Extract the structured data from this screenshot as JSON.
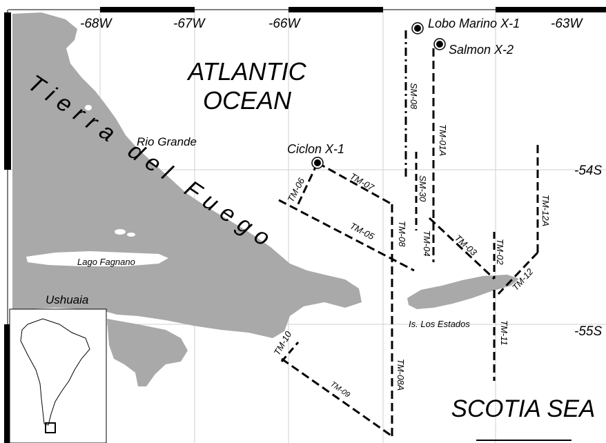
{
  "map": {
    "colors": {
      "land": "#a9a9a9",
      "water": "#ffffff",
      "line": "#000000",
      "grid": "#cfcfcf"
    },
    "longitude_labels": [
      "-68W",
      "-67W",
      "-66W",
      "-63W"
    ],
    "latitude_labels": [
      "-54S",
      "-55S"
    ],
    "ocean_labels": {
      "atlantic_line1": "ATLANTIC",
      "atlantic_line2": "OCEAN",
      "scotia": "SCOTIA SEA"
    },
    "region_label": "Tierra del Fuego",
    "places": {
      "rio_grande": "Rio Grande",
      "lago_fagnano": "Lago Fagnano",
      "ushuaia": "Ushuaia",
      "los_estados": "Is. Los Estados"
    },
    "wells": {
      "lobo_marino": "Lobo Marino X-1",
      "salmon": "Salmon X-2",
      "ciclon": "Ciclon X-1"
    },
    "seismic_lines": {
      "sm08": "SM-08",
      "sm30": "SM-30",
      "tm01a": "TM-01A",
      "tm04": "TM-04",
      "tm12a": "TM-12A",
      "tm12": "TM-12",
      "tm02": "TM-02",
      "tm03": "TM-03",
      "tm06": "TM-06",
      "tm07": "TM-07",
      "tm05": "TM-05",
      "tm08": "TM-08",
      "tm08a": "TM-08A",
      "tm09": "TM-09",
      "tm10": "TM-10",
      "tm11": "TM-11"
    }
  }
}
